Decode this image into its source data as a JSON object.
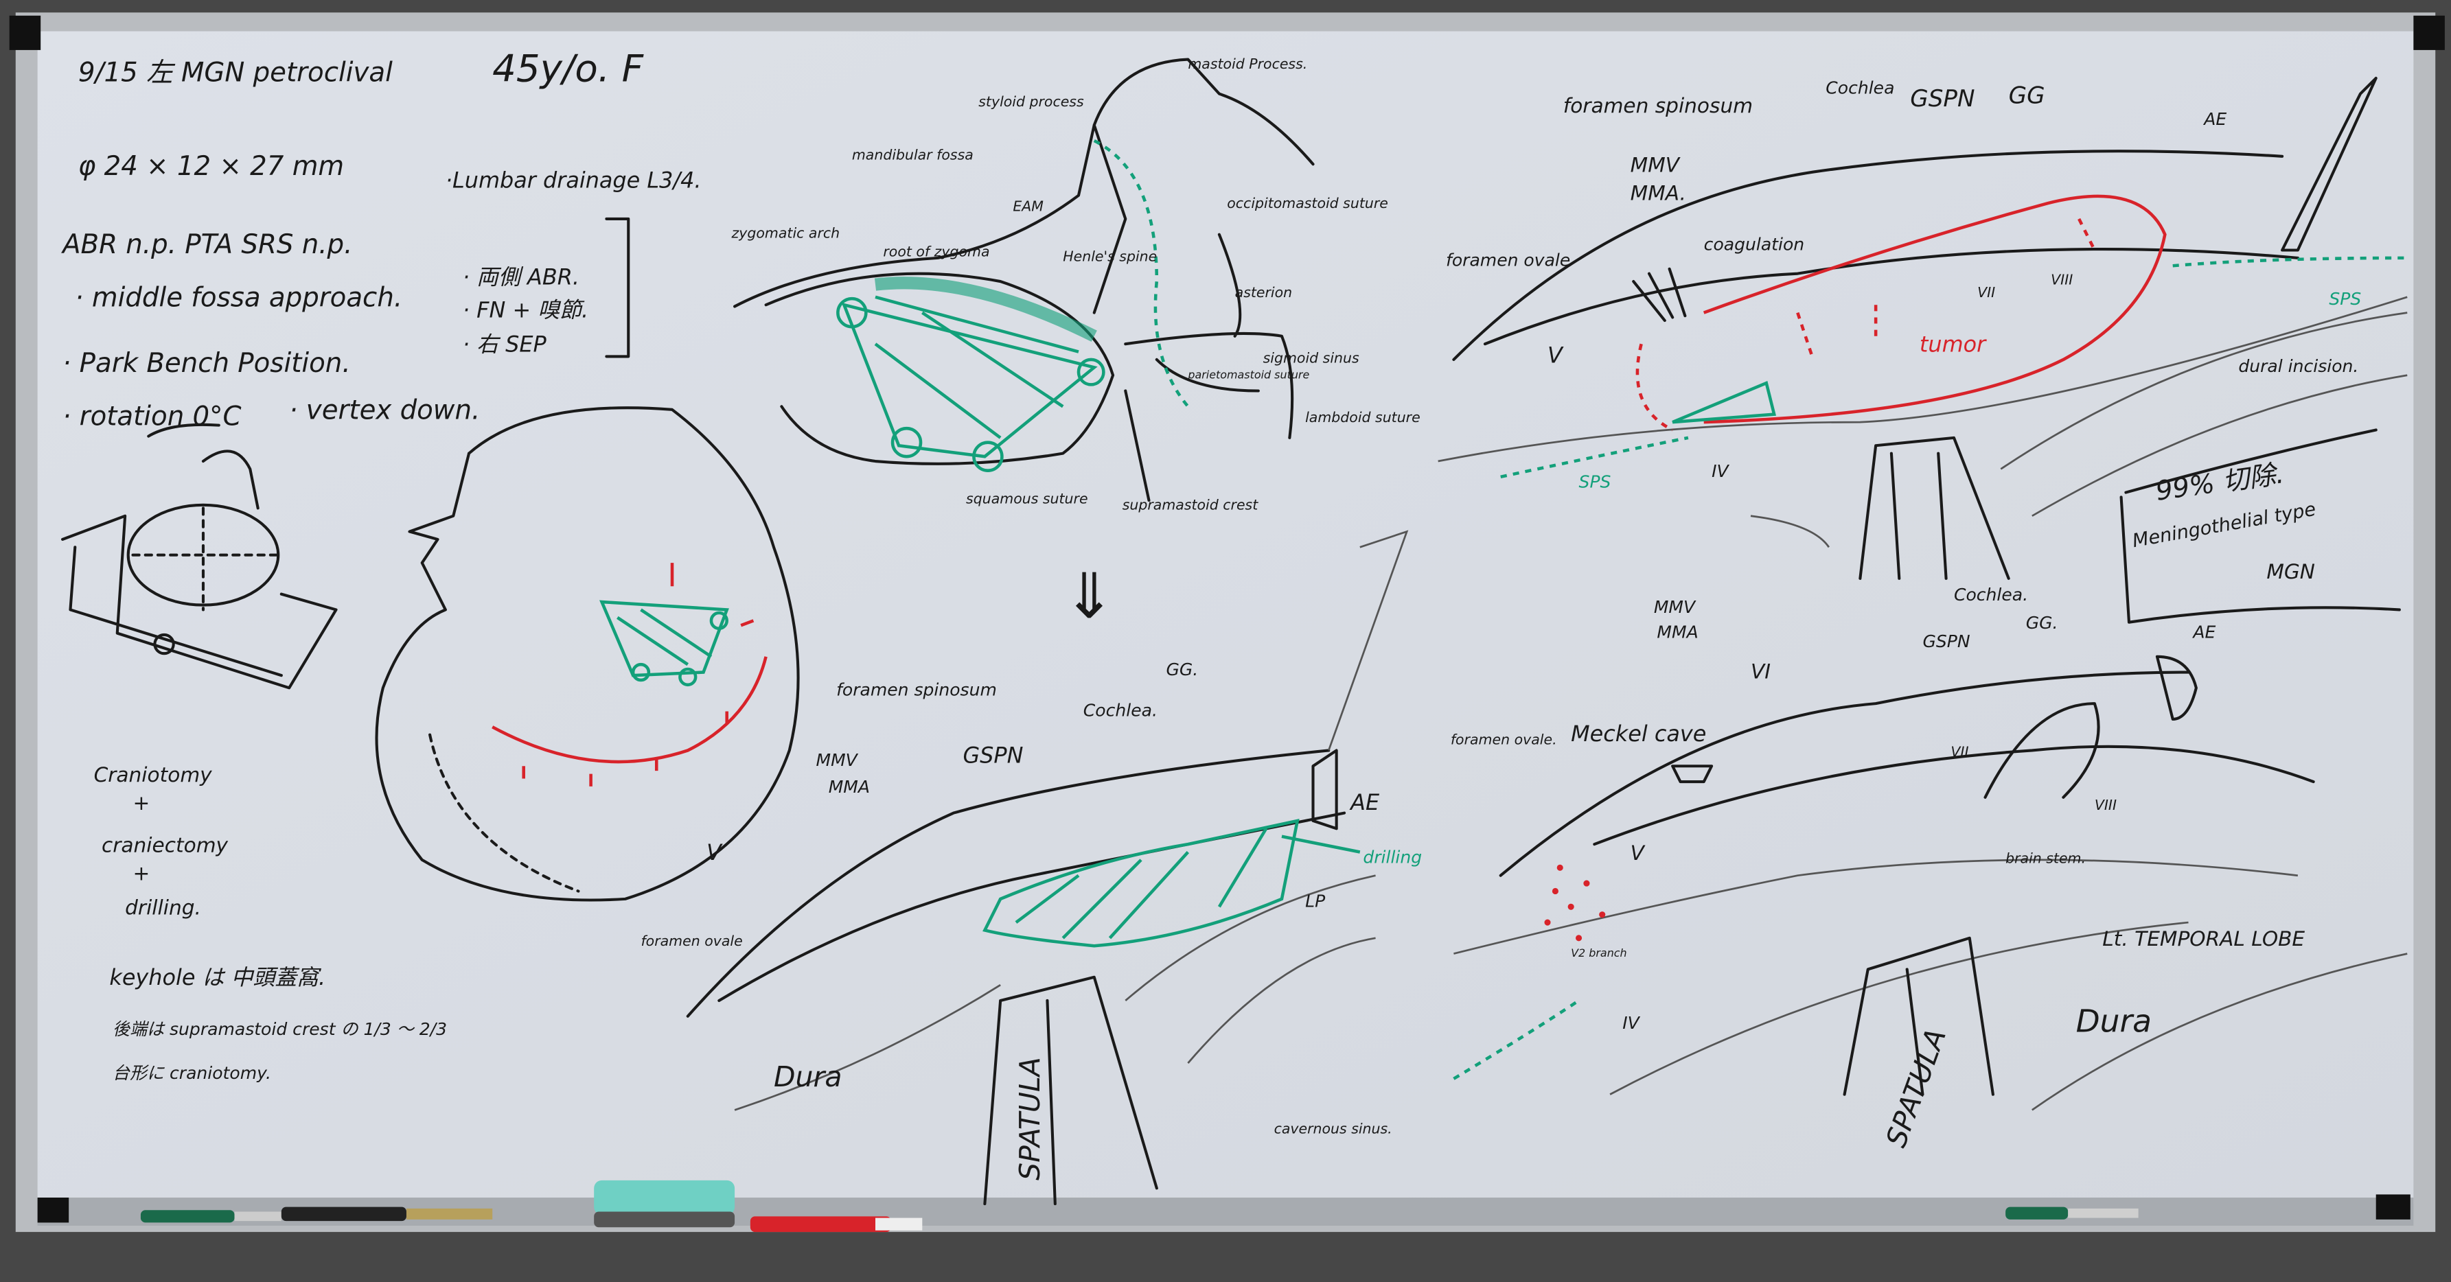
{
  "notes": {
    "line1": "9/15 左 MGN petroclival",
    "age": "45y/o. F",
    "size": "φ 24 × 12 × 27 mm",
    "lumbar": "·Lumbar drainage L3/4.",
    "abr": "ABR n.p. PTA SRS n.p.",
    "approach": "· middle fossa approach.",
    "position": "· Park Bench Position.",
    "rotation": "· rotation 0°C",
    "vertex": "· vertex down.",
    "monitor1": "· 両側 ABR.",
    "monitor2": "· FN + 嗅節.",
    "monitor3": "· 右 SEP",
    "craniotomy": "Craniotomy",
    "plus1": "+",
    "craniectomy": "craniectomy",
    "plus2": "+",
    "drilling": "drilling.",
    "keyhole": "keyhole は 中頭蓋窩.",
    "posterior": "後端は supramastoid crest の 1/3 〜 2/3",
    "trapezoid": "台形に craniotomy."
  },
  "skull_labels": {
    "mastoid": "mastoid Process.",
    "styloid": "styloid process",
    "mandibular": "mandibular fossa",
    "zygomatic": "zygomatic arch",
    "eam": "EAM",
    "root": "root of zygoma",
    "henle": "Henle's spine",
    "occipitomastoid": "occipitomastoid suture",
    "asterion": "asterion",
    "sigmoid": "sigmoid sinus",
    "parietomastoid": "parietomastoid suture",
    "lambdoid": "lambdoid suture",
    "squamous": "squamous suture",
    "supramastoid": "supramastoid crest"
  },
  "top_right": {
    "spinosum": "foramen spinosum",
    "cochlea": "Cochlea",
    "gspn": "GSPN",
    "gg": "GG",
    "ae": "AE",
    "mmv": "MMV",
    "mma": "MMA.",
    "ovale": "foramen ovale",
    "coag": "coagulation",
    "tumor": "tumor",
    "vii": "VII",
    "viii": "VIII",
    "sps1": "SPS",
    "dural": "dural incision.",
    "v": "V",
    "sps2": "SPS",
    "iv": "IV"
  },
  "result_box": {
    "line1": "99% 切除.",
    "line2": "Meningothelial type",
    "line3": "MGN"
  },
  "bottom_mid": {
    "spinosum": "foramen spinosum",
    "mmv": "MMV",
    "mma": "MMA",
    "gspn": "GSPN",
    "cochlea": "Cochlea.",
    "gg": "GG.",
    "ae": "AE",
    "drilling": "drilling",
    "lp": "LP",
    "ovale": "foramen ovale",
    "v": "V",
    "dura": "Dura",
    "spatula": "SPATULA",
    "arrow": "⇓"
  },
  "bottom_right": {
    "mmv": "MMV",
    "mma": "MMA",
    "vi": "VI",
    "cochlea": "Cochlea.",
    "gspn": "GSPN",
    "gg": "GG.",
    "ae": "AE",
    "ovale": "foramen ovale.",
    "meckel": "Meckel cave",
    "v": "V",
    "vii_top": "VII",
    "viii": "VIII",
    "brainstem": "brain stem.",
    "temporal": "Lt. TEMPORAL LOBE",
    "dura": "Dura",
    "spatula": "SPATULA",
    "iv": "IV",
    "cavernous": "cavernous sinus.",
    "branch": "V2 branch"
  },
  "colors": {
    "board": "#dfe3ea",
    "frame": "#b9bcc0",
    "green": "#13a07a",
    "red": "#d8232a"
  }
}
